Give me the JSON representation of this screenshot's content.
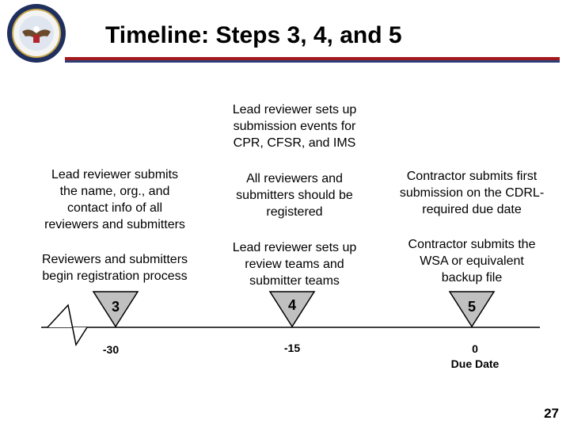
{
  "slide": {
    "title": "Timeline: Steps 3, 4, and 5",
    "page_number": "27"
  },
  "steps": [
    {
      "marker": "3",
      "day_label": "-30",
      "day_sublabel": "",
      "texts": [
        [
          "Lead reviewer submits",
          "the name, org., and",
          "contact info of all",
          "reviewers and submitters"
        ],
        [
          "Reviewers and submitters",
          "begin registration process"
        ]
      ]
    },
    {
      "marker": "4",
      "day_label": "-15",
      "day_sublabel": "",
      "texts": [
        [
          "Lead reviewer sets up",
          "submission events for",
          "CPR, CFSR, and IMS"
        ],
        [
          "All reviewers and",
          "submitters should be",
          "registered"
        ],
        [
          "Lead reviewer sets up",
          "review teams and",
          "submitter teams"
        ]
      ]
    },
    {
      "marker": "5",
      "day_label": "0",
      "day_sublabel": "Due Date",
      "texts": [
        [
          "Contractor submits first",
          "submission on the CDRL-",
          "required due date"
        ],
        [
          "Contractor submits the",
          "WSA or equivalent",
          "backup file"
        ]
      ]
    }
  ],
  "colors": {
    "rule_red": "#a31a1e",
    "rule_blue": "#2d3f79",
    "marker_fill": "#c0c0c0",
    "text": "#000000"
  },
  "icons": {
    "logo": "department-seal-icon"
  }
}
